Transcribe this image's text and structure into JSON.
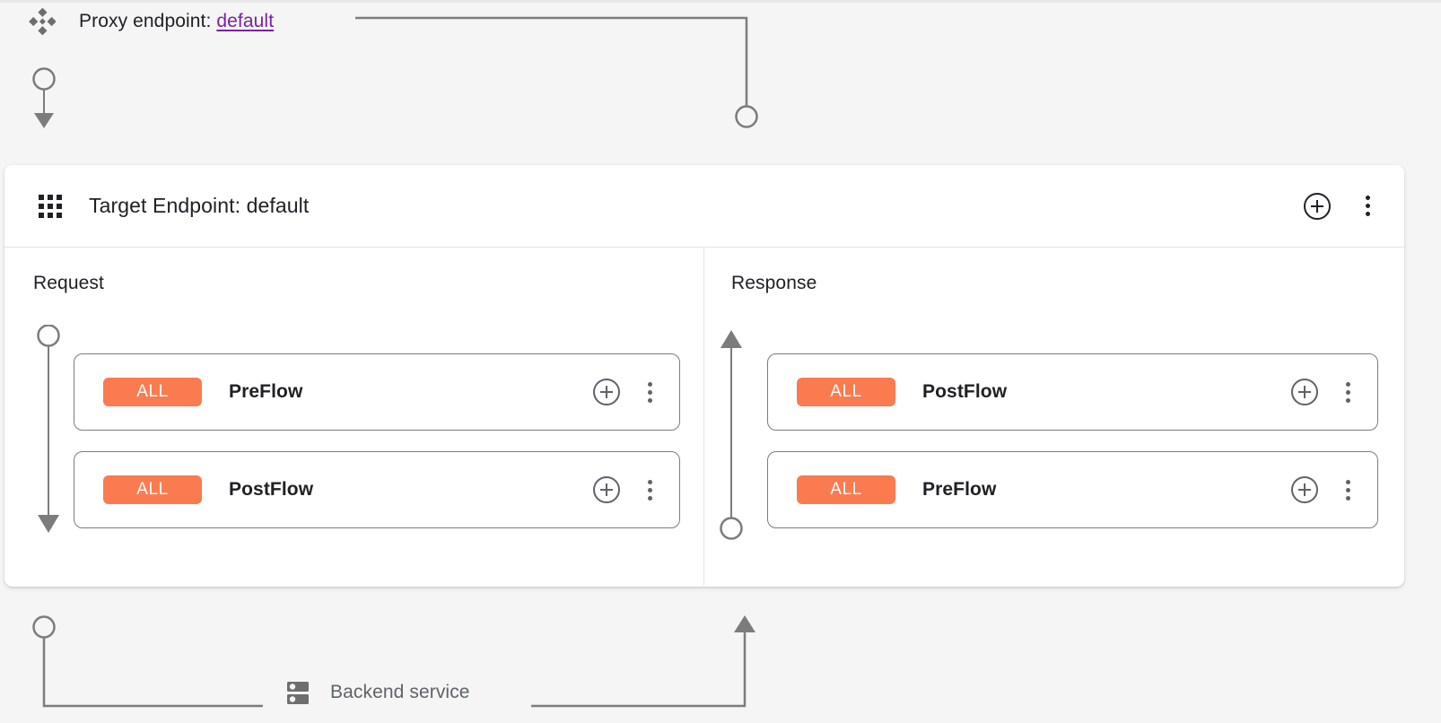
{
  "page": {
    "background_color": "#f5f5f5",
    "panel_background": "#ffffff",
    "accent_link_color": "#7b1fa2",
    "badge_color": "#fa7b50",
    "wire_color": "#7c7c7c"
  },
  "proxy": {
    "icon": "proxy-endpoint-diamond-icon",
    "label_prefix": "Proxy endpoint:",
    "endpoint_name": "default"
  },
  "target_panel": {
    "icon": "apps-grid-icon",
    "title": "Target Endpoint: default",
    "actions": [
      {
        "name": "add-icon",
        "glyph": "plus-circle"
      },
      {
        "name": "more-options-icon",
        "glyph": "kebab"
      }
    ]
  },
  "columns": [
    {
      "key": "request",
      "title": "Request",
      "arrow_direction": "down",
      "cards": [
        {
          "badge": "ALL",
          "name": "PreFlow"
        },
        {
          "badge": "ALL",
          "name": "PostFlow"
        }
      ]
    },
    {
      "key": "response",
      "title": "Response",
      "arrow_direction": "up",
      "cards": [
        {
          "badge": "ALL",
          "name": "PostFlow"
        },
        {
          "badge": "ALL",
          "name": "PreFlow"
        }
      ]
    }
  ],
  "card_actions": [
    {
      "name": "add-policy-icon",
      "glyph": "plus-circle"
    },
    {
      "name": "more-options-icon",
      "glyph": "kebab"
    }
  ],
  "backend": {
    "icon": "server-rack-icon",
    "label": "Backend service"
  }
}
